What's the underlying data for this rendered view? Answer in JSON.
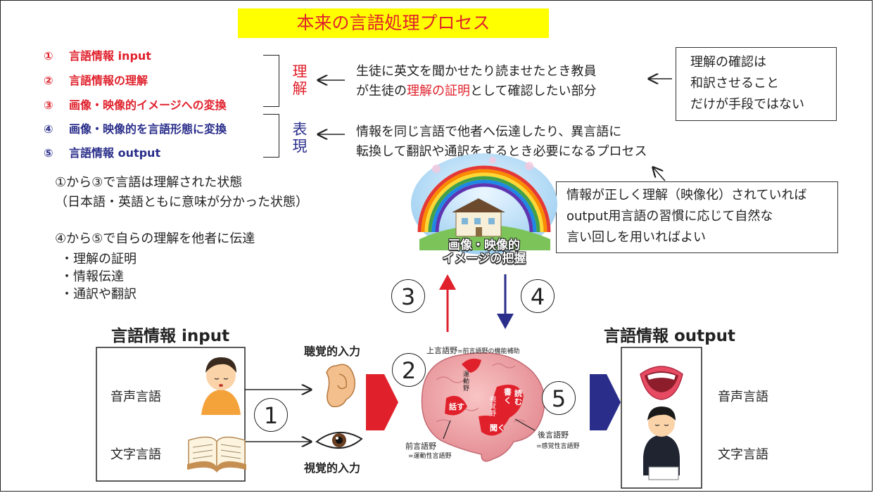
{
  "title": "本来の言語処理プロセス",
  "steps": [
    {
      "num": "①",
      "text": "言語情報 input"
    },
    {
      "num": "②",
      "text": "言語情報の理解"
    },
    {
      "num": "③",
      "text": "画像・映像的イメージへの変換"
    },
    {
      "num": "④",
      "text": "画像・映像的を言語形態に変換"
    },
    {
      "num": "⑤",
      "text": "言語情報 output"
    }
  ],
  "brackets": {
    "understanding": "理解",
    "expression": "表現"
  },
  "understanding_note": {
    "line1": "生徒に英文を聞かせたり読ませたとき教員",
    "line2_pre": "が生徒の",
    "line2_highlight": "理解の証明",
    "line2_post": "として確認したい部分"
  },
  "expression_note": {
    "line1": "情報を同じ言語で他者へ伝達したり、異言語に",
    "line2": "転換して翻訳や通訳をするとき必要になるプロセス"
  },
  "confirm_box": {
    "line1": "理解の確認は",
    "line2": "和訳させること",
    "line3": "だけが手段ではない"
  },
  "natural_box": {
    "line1": "情報が正しく理解（映像化）されていれば",
    "line2": "output用言語の習慣に応じて自然な",
    "line3": "言い回しを用いればよい"
  },
  "summary1": {
    "line1": "①から③で言語は理解された状態",
    "line2": "（日本語・英語ともに意味が分かった状態）"
  },
  "summary2": {
    "line1": "④から⑤で自らの理解を他者に伝達",
    "bullets": [
      "・理解の証明",
      "・情報伝達",
      "・通訳や翻訳"
    ]
  },
  "image_caption": {
    "line1": "画像・映像的",
    "line2": "イメージの把握"
  },
  "circles": {
    "c1": "1",
    "c2": "2",
    "c3": "3",
    "c4": "4",
    "c5": "5"
  },
  "input_header": "言語情報 input",
  "output_header": "言語情報 output",
  "input_labels": {
    "audio": "音声言語",
    "text": "文字言語"
  },
  "output_labels": {
    "audio": "音声言語",
    "text": "文字言語"
  },
  "sense_labels": {
    "hearing": "聴覚的入力",
    "vision": "視覚的入力"
  },
  "brain": {
    "upper": "上言語野",
    "upper_note": "=前言語野の機能補助",
    "front": "前言語野",
    "front_note": "=運動性言語野",
    "back": "後言語野",
    "back_note": "=感覚性言語野",
    "motor": "運動野",
    "speak": "話す",
    "visual": "視覚野",
    "write": "書く",
    "read": "読む",
    "listen": "聞く"
  },
  "colors": {
    "red": "#e0212c",
    "blue": "#2a2e8a",
    "title_bg": "#ffff00"
  }
}
